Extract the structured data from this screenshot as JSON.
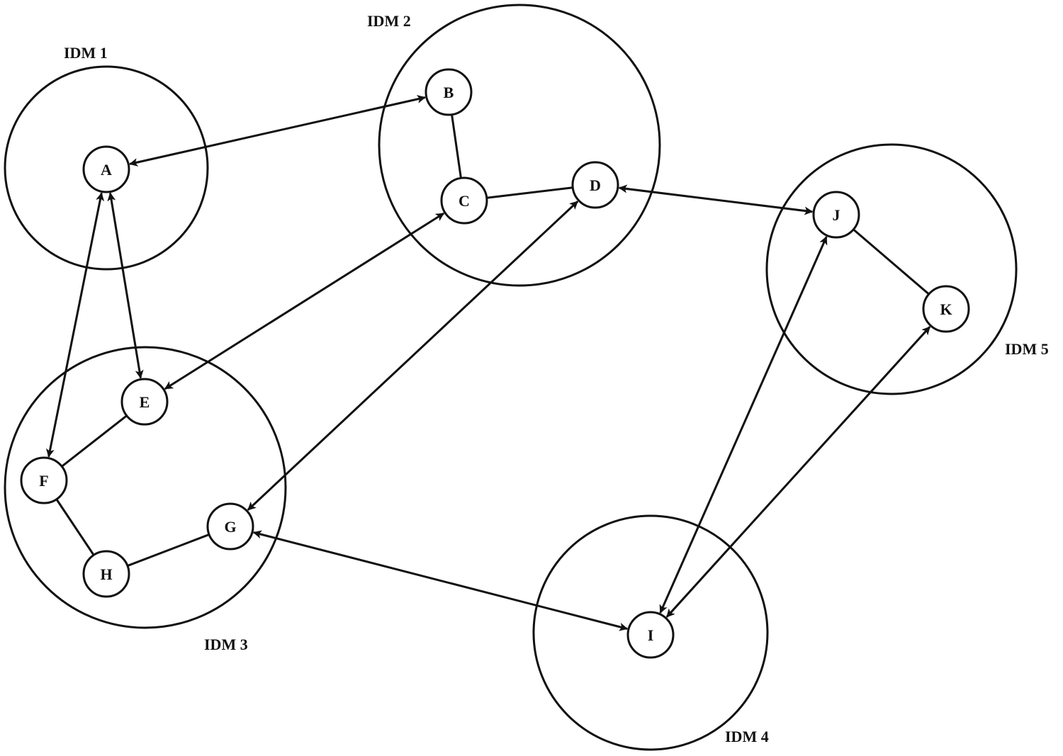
{
  "groups": [
    {
      "id": "IDM1",
      "label": "IDM 1"
    },
    {
      "id": "IDM2",
      "label": "IDM 2"
    },
    {
      "id": "IDM3",
      "label": "IDM 3"
    },
    {
      "id": "IDM4",
      "label": "IDM 4"
    },
    {
      "id": "IDM5",
      "label": "IDM 5"
    }
  ],
  "nodes": [
    {
      "id": "A",
      "label": "A",
      "group": "IDM1"
    },
    {
      "id": "B",
      "label": "B",
      "group": "IDM2"
    },
    {
      "id": "C",
      "label": "C",
      "group": "IDM2"
    },
    {
      "id": "D",
      "label": "D",
      "group": "IDM2"
    },
    {
      "id": "E",
      "label": "E",
      "group": "IDM3"
    },
    {
      "id": "F",
      "label": "F",
      "group": "IDM3"
    },
    {
      "id": "G",
      "label": "G",
      "group": "IDM3"
    },
    {
      "id": "H",
      "label": "H",
      "group": "IDM3"
    },
    {
      "id": "I",
      "label": "I",
      "group": "IDM4"
    },
    {
      "id": "J",
      "label": "J",
      "group": "IDM5"
    },
    {
      "id": "K",
      "label": "K",
      "group": "IDM5"
    }
  ],
  "internal_edges": [
    {
      "from": "B",
      "to": "C"
    },
    {
      "from": "C",
      "to": "D"
    },
    {
      "from": "E",
      "to": "F"
    },
    {
      "from": "F",
      "to": "H"
    },
    {
      "from": "H",
      "to": "G"
    },
    {
      "from": "J",
      "to": "K"
    }
  ],
  "links": [
    {
      "from": "A",
      "to": "B",
      "bidirectional": true
    },
    {
      "from": "A",
      "to": "E",
      "bidirectional": true
    },
    {
      "from": "A",
      "to": "F",
      "bidirectional": true
    },
    {
      "from": "C",
      "to": "E",
      "bidirectional": true
    },
    {
      "from": "D",
      "to": "G",
      "bidirectional": true
    },
    {
      "from": "D",
      "to": "J",
      "bidirectional": true
    },
    {
      "from": "G",
      "to": "I",
      "bidirectional": true
    },
    {
      "from": "J",
      "to": "I",
      "bidirectional": true
    },
    {
      "from": "K",
      "to": "I",
      "bidirectional": true
    }
  ],
  "colors": {
    "stroke": "#111111",
    "background": "#ffffff"
  }
}
